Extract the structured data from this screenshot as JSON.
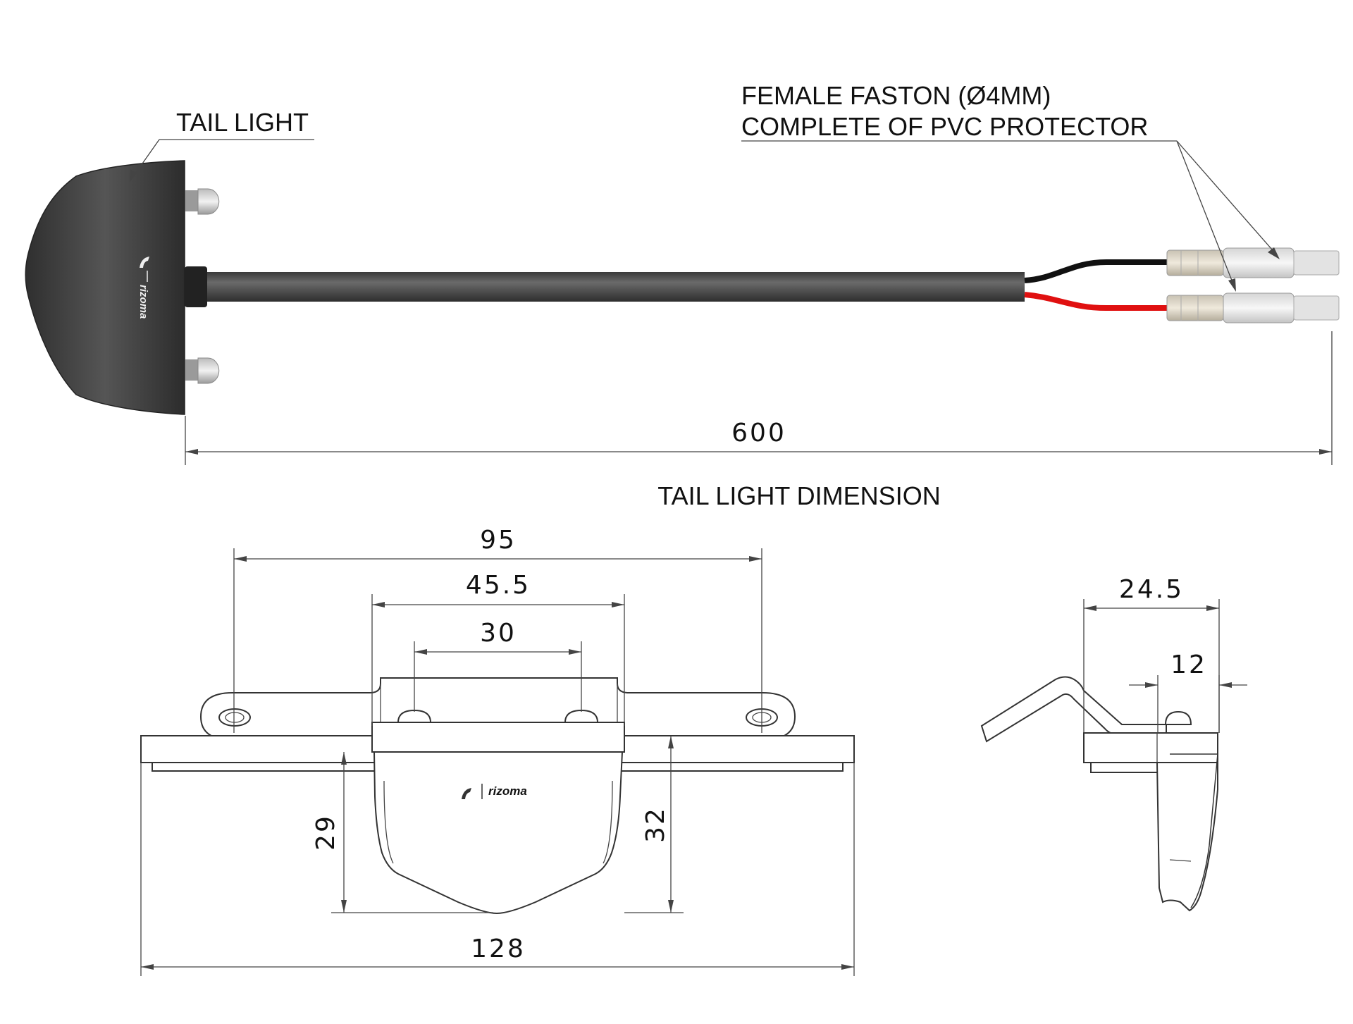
{
  "labels": {
    "tail_light": "TAIL LIGHT",
    "faston_line1": "FEMALE FASTON (Ø4MM)",
    "faston_line2": "COMPLETE OF PVC PROTECTOR",
    "section_title": "TAIL LIGHT DIMENSION",
    "logo_text": "rizoma"
  },
  "dimensions": {
    "cable_length": "600",
    "mount_width": "95",
    "bracket_width": "45.5",
    "screw_spacing": "30",
    "plate_width": "128",
    "body_height": "29",
    "total_height": "32",
    "side_depth": "24.5",
    "side_offset": "12"
  },
  "colors": {
    "wire_black": "#111111",
    "wire_red": "#e01010",
    "cable_gray": "#4a4a4a",
    "body_dark": "#3a3a3a"
  }
}
